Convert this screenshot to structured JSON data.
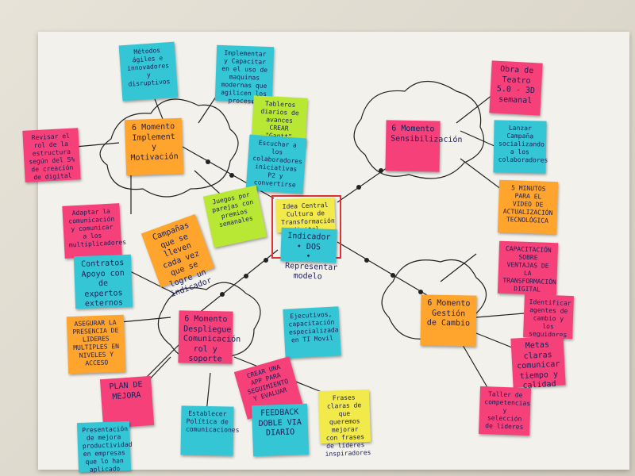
{
  "notes": {
    "metodos": "Métodos ágiles e innovadores y disruptivos",
    "implementar": "Implementar y Capacitar en el uso de maquinas modernas que agilicen los procesos",
    "tableros": "Tableros diarios de avances\nCREAR \"Gantt\"",
    "colaboradores": "Escuchar a los colaboradores iniciativas P2 y convertirse",
    "juegos": "Juegos por parejas con premios semanales",
    "campanas": "Campañas que se lleven cada vez que se logre un indicador",
    "momento_implement": "6 Momento\nImplement y Motivación",
    "izquierda_rojo": "Revisar el rol de la estructura según del 5% de creación de digital",
    "adaptar": "Adaptar la comunicación y comunicar a los multiplicadores",
    "contratos": "Contratos Apoyo con de expertos externos",
    "asegurar": "ASEGURAR LA PRESENCIA DE LIDERES MULTIPLES EN NIVELES Y ACCESO",
    "idea_central": "Idea Central Cultura de Transformación digital",
    "indicador": "Indicador\n• DOS\n• Representar modelo",
    "momento_sensibilizacion": "6 Momento\nSensibilización",
    "obra_teatro": "Obra de Teatro 5.0 - 3D semanal",
    "lanzar_campania": "Lanzar Campaña socializando a los colaboradores",
    "cinco_minutos": "5 MINUTOS PARA EL VIDEO DE ACTUALIZACIÓN TECNOLÓGICA",
    "capacitacion_sobre": "CAPACITACIÓN SOBRE VENTAJAS DE LA TRANSFORMACIÓN DIGITAL",
    "momento_gestion": "6 Momento\nGestión de Cambio",
    "identificar": "Identificar agentes de cambio y los seguidores",
    "metas_claras": "Metas claras comunicar tiempo y calidad",
    "taller": "Taller de competencias y selección de líderes",
    "momento_despliegue": "6 Momento\nDespliegue\nComunicación\nrol y soporte",
    "ejecutivos": "Ejecutivos, capacitación especializada en TI Movil",
    "crear_app": "CREAR UNA APP PARA SEGUIMIENTO Y EVALUAR",
    "feedback": "FEEDBACK DOBLE VIA DIARIO",
    "frases": "Frases claras de que queremos mejorar con frases de líderes inspiradores",
    "establecer": "Establecer Política de comunicaciones",
    "presentacion": "Presentación de mejora productividad en empresas que lo han aplicado",
    "rojo_inferior": "PLAN DE MEJORA"
  }
}
